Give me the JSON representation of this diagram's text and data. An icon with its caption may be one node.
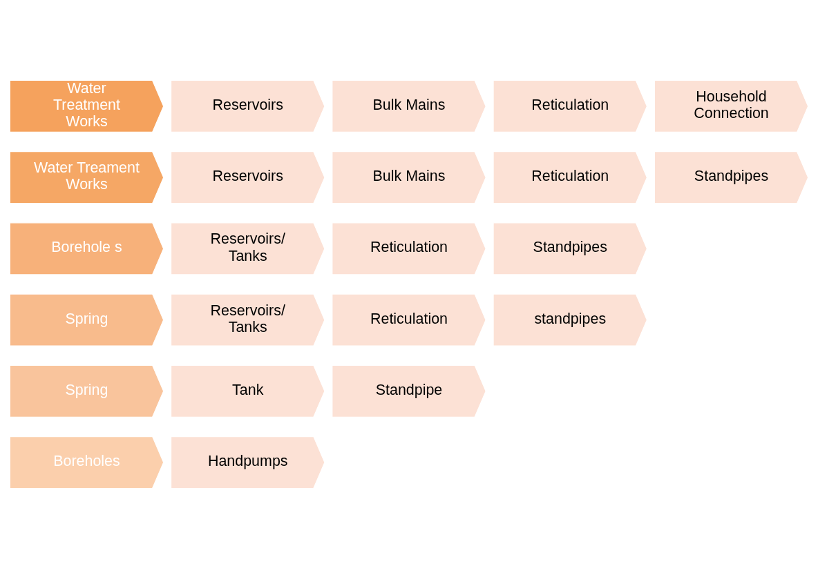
{
  "diagram": {
    "nodes": [
      {
        "text": [
          "Water Treatment Works"
        ]
      },
      {
        "text": [
          "Reservoirs"
        ]
      },
      {
        "text": [
          "Bulk Mains"
        ]
      },
      {
        "text": [
          "Reticulation"
        ]
      },
      {
        "text": [
          "Household Connection"
        ]
      },
      {
        "text": [
          "Water Treament Works"
        ]
      },
      {
        "text": [
          "Reservoirs"
        ]
      },
      {
        "text": [
          "Bulk Mains"
        ]
      },
      {
        "text": [
          "Reticulation"
        ]
      },
      {
        "text": [
          "Standpipes"
        ]
      },
      {
        "text": [
          "Borehole s"
        ]
      },
      {
        "text": [
          "Reservoirs/ Tanks"
        ]
      },
      {
        "text": [
          "Reticulation"
        ]
      },
      {
        "text": [
          "Standpipes"
        ]
      },
      {
        "text": [
          "Spring"
        ]
      },
      {
        "text": [
          "Reservoirs/ Tanks"
        ]
      },
      {
        "text": [
          "Reticulation"
        ]
      },
      {
        "text": [
          "standpipes"
        ]
      },
      {
        "text": [
          "Spring"
        ]
      },
      {
        "text": [
          "Tank"
        ]
      },
      {
        "text": [
          "Standpipe"
        ]
      },
      {
        "text": [
          "Boreholes"
        ]
      },
      {
        "text": [
          "Handpumps"
        ]
      }
    ]
  }
}
